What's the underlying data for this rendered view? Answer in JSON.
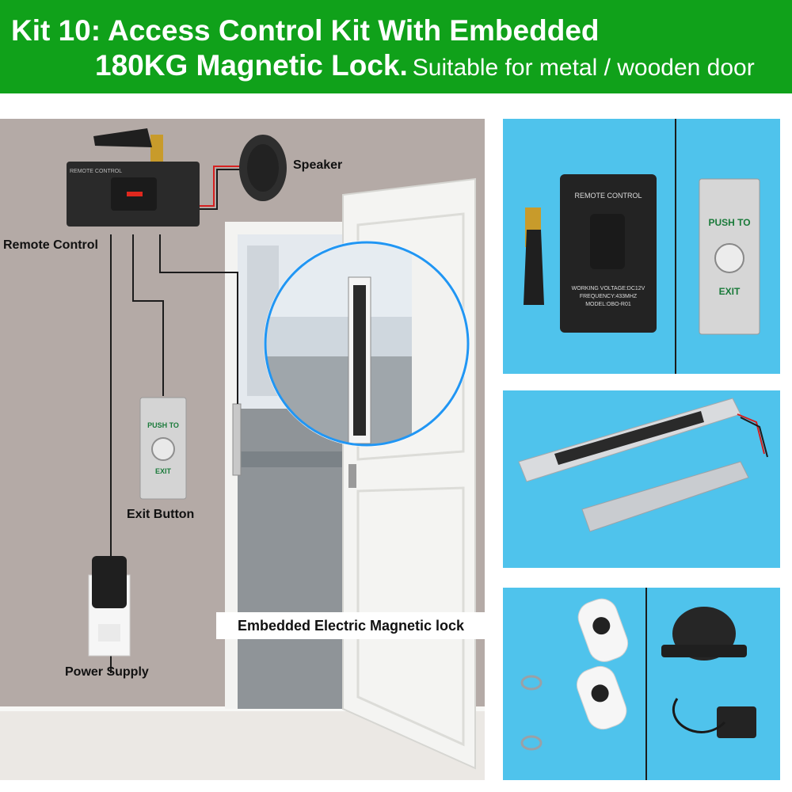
{
  "header": {
    "line1": "Kit 10: Access Control Kit With Embedded",
    "line2": "180KG Magnetic Lock.",
    "subtitle": "Suitable for metal / wooden door"
  },
  "labels": {
    "speaker": "Speaker",
    "remote_control": "Remote Control",
    "exit_button": "Exit Button",
    "lock": "Embedded Electric Magnetic lock",
    "power_supply": "Power Supply"
  },
  "device": {
    "controller_title": "REMOTE CONTROL",
    "controller_voltage": "WORKING VOLTAGE:DC12V",
    "controller_freq": "FREQUENCY:433MHZ",
    "controller_model": "MODEL:OBO-R01",
    "push_to": "PUSH TO",
    "exit": "EXIT"
  },
  "colors": {
    "banner": "#10a11a",
    "panel": "#4fc3ec",
    "wall": "#b4aaa6"
  }
}
